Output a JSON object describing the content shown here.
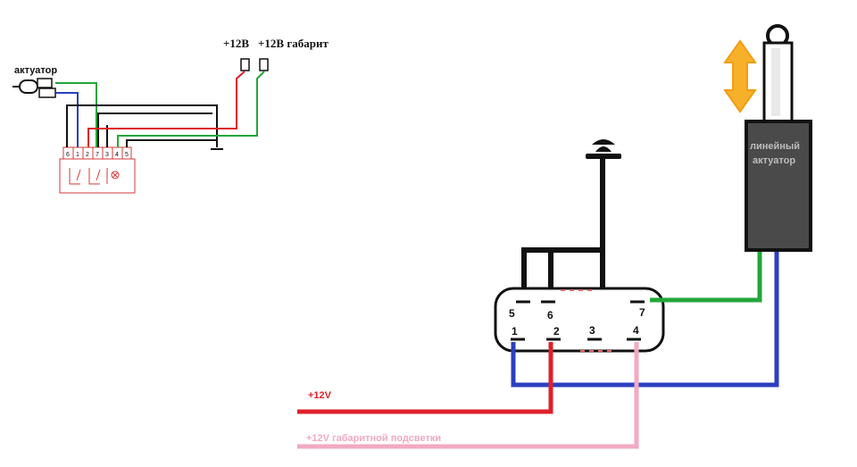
{
  "small_diagram": {
    "actuator_label": "актуатор",
    "plus12v_label": "+12В",
    "plus12v_gabarit_label": "+12В габарит",
    "pin_labels": [
      "6",
      "1",
      "2",
      "7",
      "3",
      "4",
      "5"
    ]
  },
  "large_diagram": {
    "actuator_label_line1": "линейный",
    "actuator_label_line2": "актуатор",
    "pins": {
      "p1": "1",
      "p2": "2",
      "p3": "3",
      "p4": "4",
      "p5": "5",
      "p6": "6",
      "p7": "7"
    },
    "wire_12v_label": "+12V",
    "wire_gabarit_label": "+12V габаритной подсветки"
  },
  "colors": {
    "wire_red": "#e0202a",
    "wire_green": "#22a63a",
    "wire_blue": "#2b3fc0",
    "wire_pink": "#f2a9c2",
    "black": "#111111",
    "actuator_body": "#4a4a4a",
    "arrow_orange": "#f39c12"
  }
}
